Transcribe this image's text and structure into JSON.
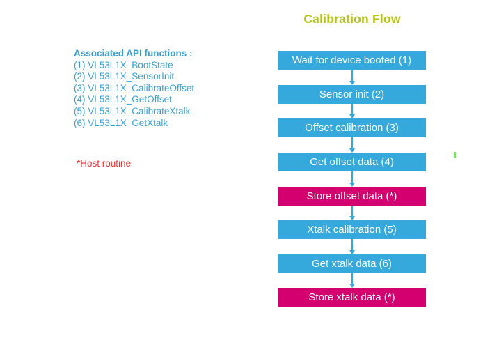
{
  "title": "Calibration Flow",
  "api_panel": {
    "heading": "Associated API functions :",
    "functions": [
      "(1) VL53L1X_BootState",
      "(2) VL53L1X_SensorInit",
      "(3) VL53L1X_CalibrateOffset",
      "(4) VL53L1X_GetOffset",
      "(5) VL53L1X_CalibrateXtalk",
      "(6) VL53L1X_GetXtalk"
    ],
    "note": "*Host routine"
  },
  "flow": {
    "steps": [
      {
        "label": "Wait for device booted (1)",
        "type": "api"
      },
      {
        "label": "Sensor init (2)",
        "type": "api"
      },
      {
        "label": "Offset calibration (3)",
        "type": "api"
      },
      {
        "label": "Get offset data (4)",
        "type": "api"
      },
      {
        "label": "Store offset data (*)",
        "type": "host"
      },
      {
        "label": "Xtalk calibration (5)",
        "type": "api"
      },
      {
        "label": "Get xtalk data (6)",
        "type": "api"
      },
      {
        "label": "Store xtalk data (*)",
        "type": "host"
      }
    ]
  },
  "colors": {
    "title": "#B2C312",
    "api_step": "#36A9DC",
    "host_step": "#D4006F",
    "api_text": "#35A0D7",
    "note": "#F82C2C",
    "arrow": "#36A9DC",
    "stray_mark": "#86DC6E"
  }
}
